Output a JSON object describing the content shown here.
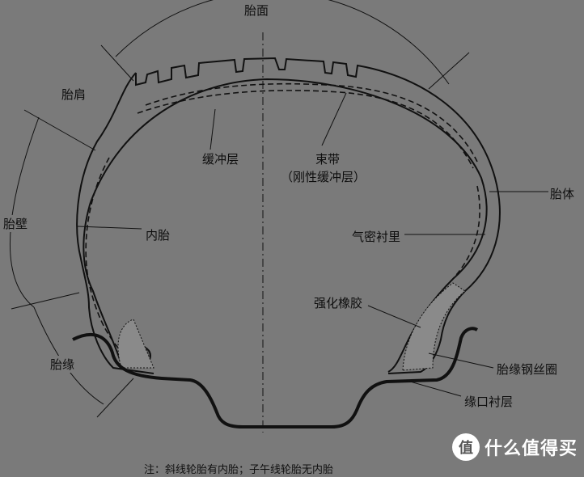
{
  "labels": {
    "tread": "胎面",
    "shoulder": "胎肩",
    "sidewall": "胎壁",
    "bead": "胎缘",
    "body": "胎体",
    "buffer": "缓冲层",
    "belt": "束带",
    "belt_note": "（刚性缓冲层）",
    "inner_tube": "内胎",
    "airtight_liner": "气密衬里",
    "reinforcing_rubber": "强化橡胶",
    "bead_wire": "胎缘钢丝圈",
    "rim_liner": "缘口衬层"
  },
  "note": "注：斜线轮胎有内胎；子午线轮胎无内胎",
  "watermark": {
    "badge": "值",
    "text": "什么值得买"
  }
}
